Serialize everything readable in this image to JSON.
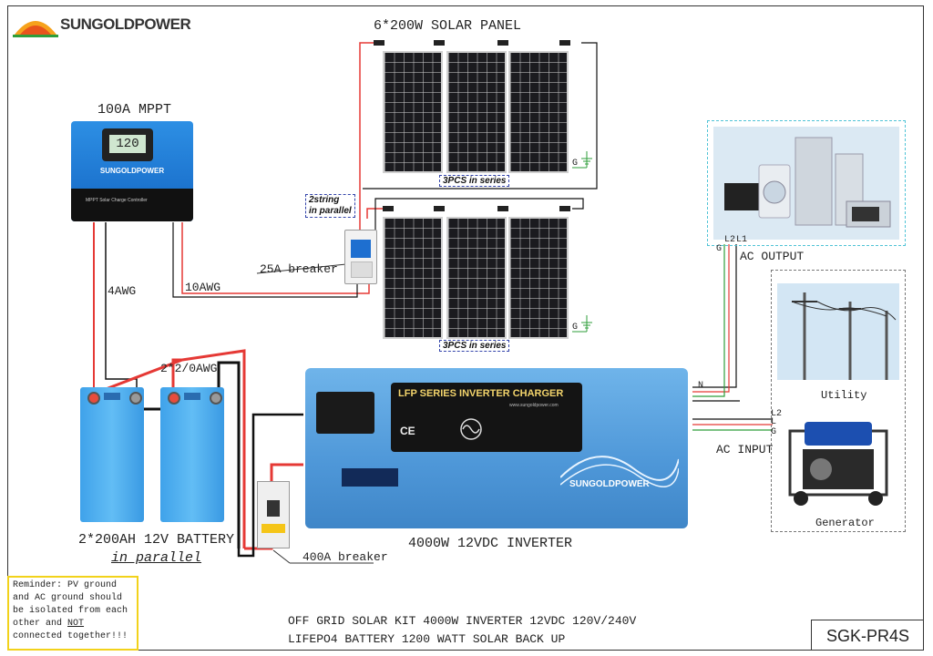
{
  "brand": {
    "name": "SUNGOLDPOWER"
  },
  "solar": {
    "title": "6*200W SOLAR PANEL",
    "series_label_top": "3PCS in series",
    "series_label_bottom": "3PCS in series",
    "parallel_label": "2string\nin parallel",
    "ground": "G"
  },
  "mppt": {
    "title": "100A MPPT",
    "brand": "SUNGOLDPOWER",
    "subtext": "MPPT Solar Charge Controller",
    "display": "120",
    "wire_left": "4AWG",
    "wire_right": "10AWG"
  },
  "breakers": {
    "pv": "25A breaker",
    "dc": "400A breaker"
  },
  "battery": {
    "title": "2*200AH 12V BATTERY",
    "subtitle": "in parallel",
    "wire": "2*2/0AWG"
  },
  "inverter": {
    "title": "4000W 12VDC INVERTER",
    "panel_title": "LFP SERIES INVERTER CHARGER",
    "website": "www.sungoldpower.com",
    "brand": "SUNGOLDPOWER",
    "ce": "CE"
  },
  "ac_output": {
    "label": "AC OUTPUT",
    "terminals": [
      "G",
      "L2",
      "L1"
    ]
  },
  "ac_input": {
    "label": "AC INPUT",
    "terminals": [
      "L2",
      "L",
      "G"
    ],
    "neutral": "N"
  },
  "sources": {
    "utility": "Utility",
    "generator": "Generator"
  },
  "reminder": {
    "text": "Reminder: PV ground and AC ground should be isolated from each other and",
    "not": "NOT",
    "text_end": "connected together!!!"
  },
  "footer": {
    "line1": "OFF GRID SOLAR KIT 4000W INVERTER 12VDC 120V/240V",
    "line2": "LIFEPO4 BATTERY 1200 WATT SOLAR BACK UP",
    "model": "SGK-PR4S"
  },
  "colors": {
    "positive": "#e53935",
    "negative": "#111111",
    "ground": "#2e9e3a",
    "panel_blue": "#5aa7e6",
    "accent": "#4ec3d6"
  }
}
